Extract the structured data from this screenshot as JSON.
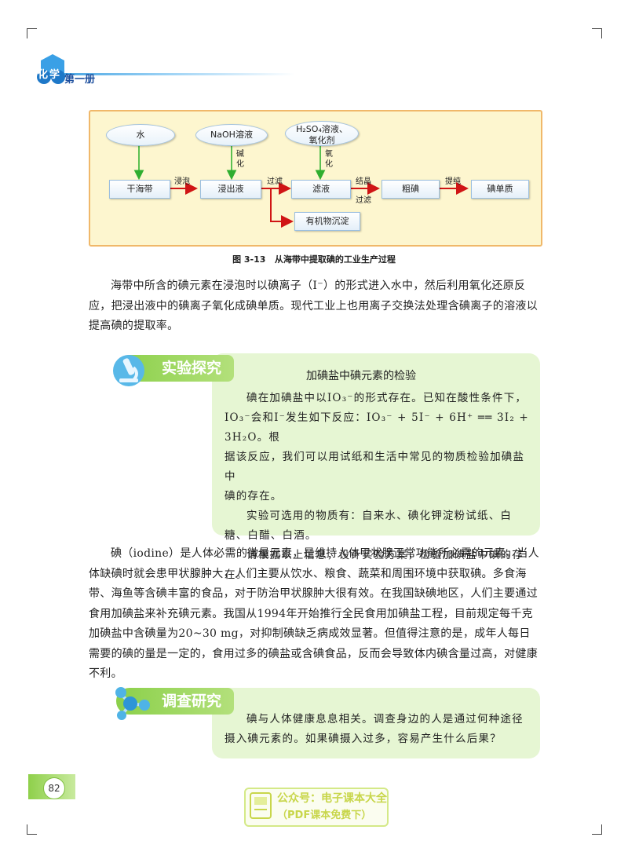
{
  "header": {
    "subject_glyphs": "化学",
    "book": "第一册"
  },
  "diagram": {
    "ovals": {
      "water": "水",
      "naoh": "NaOH溶液",
      "acid_line1": "H₂SO₄溶液、",
      "acid_line2": "氧化剂"
    },
    "boxes": {
      "kelp": "干海带",
      "extract": "浸出液",
      "filtrate": "滤液",
      "crude": "粗碘",
      "iodine": "碘单质",
      "precip": "有机物沉淀"
    },
    "labels": {
      "soak": "浸泡",
      "filter": "过滤",
      "alkalize": "碱\n化",
      "oxidize": "氧\n化",
      "crystallize": "结晶",
      "filter2": "过滤",
      "purify": "提纯"
    }
  },
  "caption": {
    "num": "图 3-13",
    "text": "从海带中提取碘的工业生产过程"
  },
  "paragraph1": "海带中所含的碘元素在浸泡时以碘离子（I⁻）的形式进入水中，然后利用氧化还原反应，把浸出液中的碘离子氧化成碘单质。现代工业上也用离子交换法处理含碘离子的溶液以提高碘的提取率。",
  "experiment": {
    "banner": "实验探究",
    "title": "加碘盐中碘元素的检验",
    "p1_line1": "碘在加碘盐中以IO₃⁻的形式存在。已知在酸性条件下，",
    "p1_line2": "IO₃⁻会和I⁻发生如下反应：IO₃⁻ + 5I⁻ + 6H⁺ ══ 3I₂ + 3H₂O。根",
    "p1_line3": "据该反应，我们可以用试纸和生活中常见的物质检验加碘盐中",
    "p1_line4": "碘的存在。",
    "p2": "实验可选用的物质有：自来水、碘化钾淀粉试纸、白糖、白醋、白酒。",
    "p3": "请根据以上信息，设计实验方案，检验加碘盐中碘的存在。"
  },
  "paragraph2": "碘（iodine）是人体必需的微量元素，是维持人体甲状腺正常功能所必需的元素。当人体缺碘时就会患甲状腺肿大，人们主要从饮水、粮食、蔬菜和周围环境中获取碘。多食海带、海鱼等含碘丰富的食品，对于防治甲状腺肿大很有效。在我国缺碘地区，人们主要通过食用加碘盐来补充碘元素。我国从1994年开始推行全民食用加碘盐工程，目前规定每千克加碘盐中含碘量为20~30 mg，对抑制碘缺乏病成效显著。但值得注意的是，成年人每日需要的碘的量是一定的，食用过多的碘盐或含碘食品，反而会导致体内碘含量过高，对健康不利。",
  "survey": {
    "banner": "调查研究",
    "text": "碘与人体健康息息相关。调查身边的人是通过何种途径摄入碘元素的。如果碘摄入过多，容易产生什么后果？"
  },
  "page_number": "82",
  "watermark": {
    "line1": "公众号：电子课本大全",
    "line2": "（PDF课本免费下）"
  }
}
